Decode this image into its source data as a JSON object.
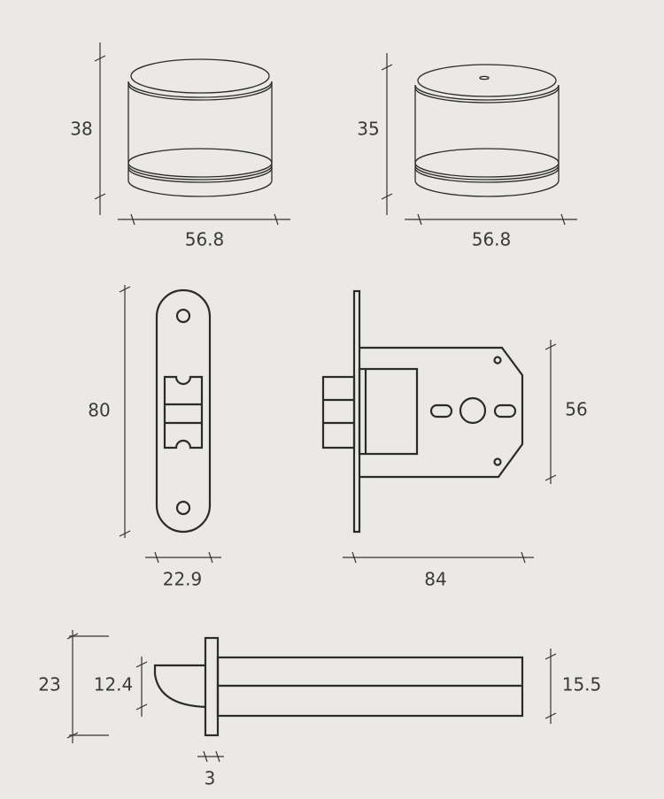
{
  "dimensions": {
    "knob_a": {
      "height": "38",
      "width": "56.8"
    },
    "knob_b": {
      "height": "35",
      "width": "56.8"
    },
    "strike_plate": {
      "height": "80",
      "width": "22.9"
    },
    "lock_body": {
      "height": "56",
      "width": "84"
    },
    "bolt": {
      "plate_height": "23",
      "latch_height": "12.4",
      "rod_height": "15.5",
      "plate_thickness": "3"
    }
  }
}
